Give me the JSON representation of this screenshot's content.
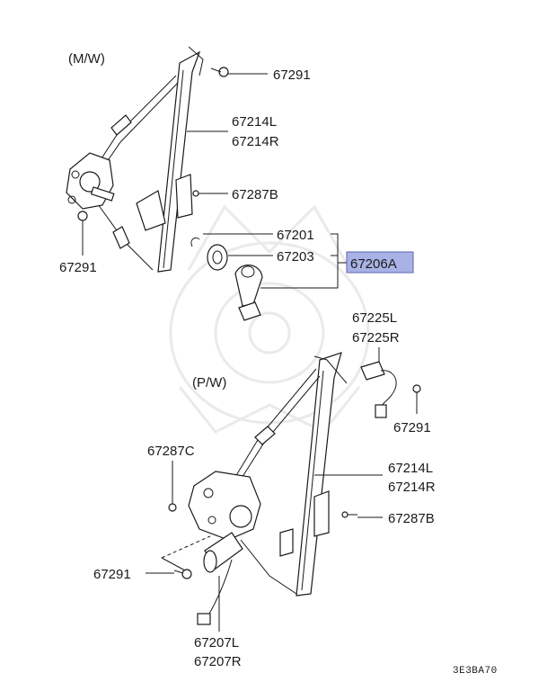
{
  "diagram": {
    "section_mw": "(M/W)",
    "section_pw": "(P/W)",
    "figure_code": "3E3BA70",
    "highlight_color": "#a9b2e6",
    "labels": {
      "p67291_a": "67291",
      "p67214L_a": "67214L",
      "p67214R_a": "67214R",
      "p67287B_a": "67287B",
      "p67291_b": "67291",
      "p67201": "67201",
      "p67203": "67203",
      "p67206A": "67206A",
      "p67225L": "67225L",
      "p67225R": "67225R",
      "p67291_c": "67291",
      "p67287C": "67287C",
      "p67214L_b": "67214L",
      "p67214R_b": "67214R",
      "p67287B_b": "67287B",
      "p67291_d": "67291",
      "p67207L": "67207L",
      "p67207R": "67207R"
    }
  }
}
